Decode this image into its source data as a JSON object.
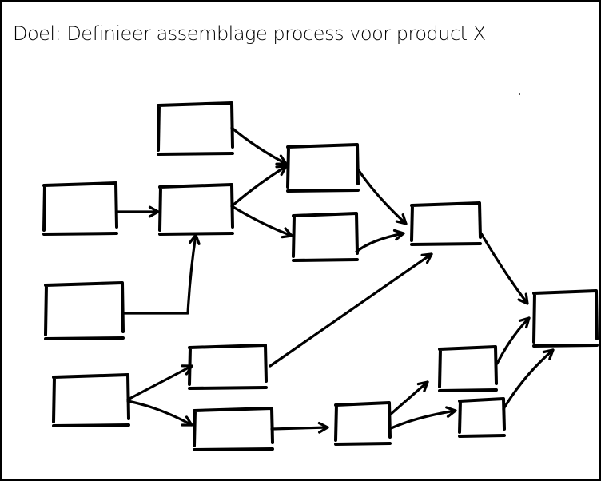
{
  "title": "Doel: Definieer assemblage process voor product X",
  "diagram": {
    "type": "flow",
    "style": "hand-drawn",
    "stroke_color": "#000000",
    "background_color": "#ffffff",
    "nodes": [
      {
        "id": "A",
        "label": ""
      },
      {
        "id": "B",
        "label": ""
      },
      {
        "id": "C",
        "label": ""
      },
      {
        "id": "D",
        "label": ""
      },
      {
        "id": "E",
        "label": ""
      },
      {
        "id": "F",
        "label": ""
      },
      {
        "id": "G",
        "label": ""
      },
      {
        "id": "H",
        "label": ""
      },
      {
        "id": "I",
        "label": ""
      },
      {
        "id": "J",
        "label": ""
      },
      {
        "id": "K",
        "label": ""
      },
      {
        "id": "L",
        "label": ""
      },
      {
        "id": "M",
        "label": ""
      },
      {
        "id": "N",
        "label": ""
      }
    ],
    "edges": [
      {
        "from": "A",
        "to": "E"
      },
      {
        "from": "B",
        "to": "C"
      },
      {
        "from": "D",
        "to": "C"
      },
      {
        "from": "C",
        "to": "E"
      },
      {
        "from": "C",
        "to": "F"
      },
      {
        "from": "E",
        "to": "G"
      },
      {
        "from": "F",
        "to": "G"
      },
      {
        "from": "J",
        "to": "G"
      },
      {
        "from": "G",
        "to": "H"
      },
      {
        "from": "I",
        "to": "J"
      },
      {
        "from": "I",
        "to": "K"
      },
      {
        "from": "K",
        "to": "L"
      },
      {
        "from": "L",
        "to": "M"
      },
      {
        "from": "L",
        "to": "N"
      },
      {
        "from": "M",
        "to": "H"
      },
      {
        "from": "N",
        "to": "H"
      }
    ]
  }
}
